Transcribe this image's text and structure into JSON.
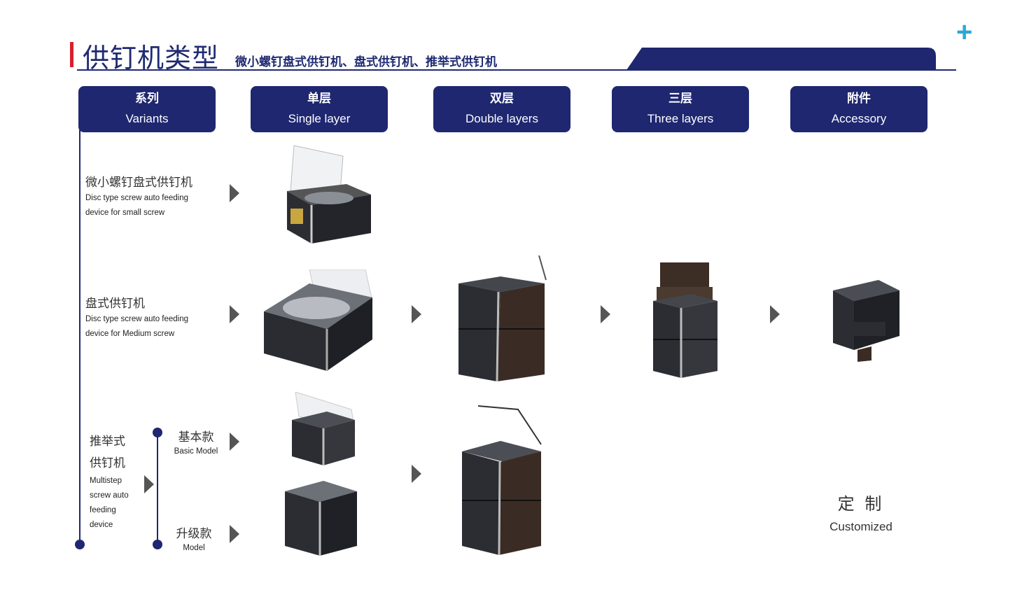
{
  "title": {
    "main": "供钉机类型",
    "subtitle": "微小螺钉盘式供钉机、盘式供钉机、推举式供钉机"
  },
  "plus_glyph": "+",
  "colors": {
    "navy": "#1f2770",
    "accent_red": "#d6202d",
    "plus_cyan": "#2aa7d9"
  },
  "headers": [
    {
      "zh": "系列",
      "en": "Variants"
    },
    {
      "zh": "单层",
      "en": "Single layer"
    },
    {
      "zh": "双层",
      "en": "Double layers"
    },
    {
      "zh": "三层",
      "en": "Three layers"
    },
    {
      "zh": "附件",
      "en": "Accessory"
    }
  ],
  "rows": {
    "small": {
      "zh": "微小螺钉盘式供钉机",
      "en1": "Disc type screw auto feeding",
      "en2": "device for small screw"
    },
    "medium": {
      "zh": "盘式供钉机",
      "en1": "Disc type screw auto feeding",
      "en2": "device for Medium screw"
    },
    "multistep": {
      "zh1": "推举式",
      "zh2": "供钉机",
      "en": [
        "Multistep",
        "screw auto",
        "feeding",
        "device"
      ],
      "basic": {
        "zh": "基本款",
        "en": "Basic Model"
      },
      "upgrade": {
        "zh": "升级款",
        "en": "Model"
      }
    }
  },
  "customized": {
    "zh": "定 制",
    "en": "Customized"
  }
}
